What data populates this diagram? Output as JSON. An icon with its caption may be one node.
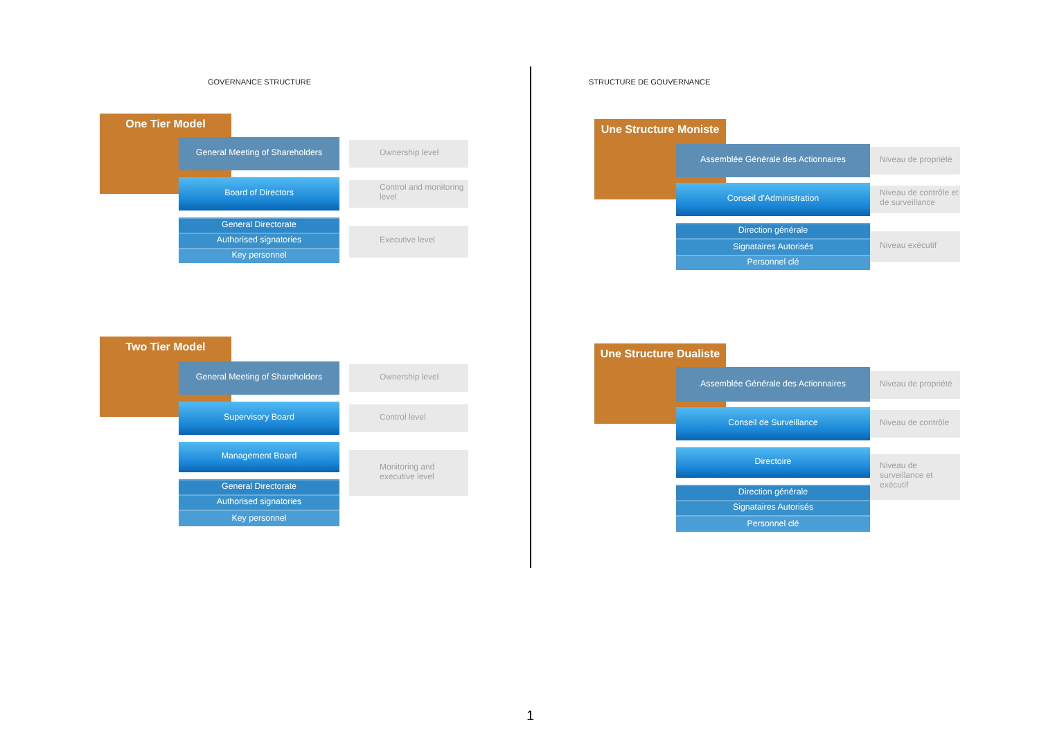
{
  "diagram": {
    "nodes": [
      {
        "text": [
          "One Tier Model"
        ]
      },
      {
        "text": [
          "General Meeting of Shareholders"
        ]
      },
      {
        "text": [
          "Ownership level"
        ]
      },
      {
        "text": [
          "Board of Directors"
        ]
      },
      {
        "text": [
          "Control and monitoring level"
        ]
      },
      {
        "text": [
          "General Directorate"
        ]
      },
      {
        "text": [
          "Authorised signatories"
        ]
      },
      {
        "text": [
          "Key personnel"
        ]
      },
      {
        "text": [
          "Executive level"
        ]
      },
      {
        "text": [
          "Une Structure Moniste"
        ]
      },
      {
        "text": [
          "Assemblée Générale des Actionnaires"
        ]
      },
      {
        "text": [
          "Niveau de propriété"
        ]
      },
      {
        "text": [
          "Conseil d'Administration"
        ]
      },
      {
        "text": [
          "Niveau de contrôle et de surveillance"
        ]
      },
      {
        "text": [
          "Direction générale"
        ]
      },
      {
        "text": [
          "Signataires Autorisés"
        ]
      },
      {
        "text": [
          "Personnel clé"
        ]
      },
      {
        "text": [
          "Niveau exécutif"
        ]
      },
      {
        "text": [
          "Two Tier Model"
        ]
      },
      {
        "text": [
          "General Meeting of Shareholders"
        ]
      },
      {
        "text": [
          "Ownership level"
        ]
      },
      {
        "text": [
          "Supervisory Board"
        ]
      },
      {
        "text": [
          "Control level"
        ]
      },
      {
        "text": [
          "Management Board"
        ]
      },
      {
        "text": [
          "Monitoring and executive level"
        ]
      },
      {
        "text": [
          "General Directorate"
        ]
      },
      {
        "text": [
          "Authorised signatories"
        ]
      },
      {
        "text": [
          "Key personnel"
        ]
      },
      {
        "text": [
          "Une Structure Dualiste"
        ]
      },
      {
        "text": [
          "Assemblée Générale des Actionnaires"
        ]
      },
      {
        "text": [
          "Niveau de propriété"
        ]
      },
      {
        "text": [
          "Conseil de Surveillance"
        ]
      },
      {
        "text": [
          "Niveau de contrôle"
        ]
      },
      {
        "text": [
          "Directoire"
        ]
      },
      {
        "text": [
          "Niveau de surveillance et exécutif"
        ]
      },
      {
        "text": [
          "Direction générale"
        ]
      },
      {
        "text": [
          "Signataires Autorisés"
        ]
      },
      {
        "text": [
          "Personnel clé"
        ]
      }
    ],
    "labels": [
      "GOVERNANCE STRUCTURE",
      "STRUCTURE DE GOUVERNANCE",
      "1"
    ]
  }
}
